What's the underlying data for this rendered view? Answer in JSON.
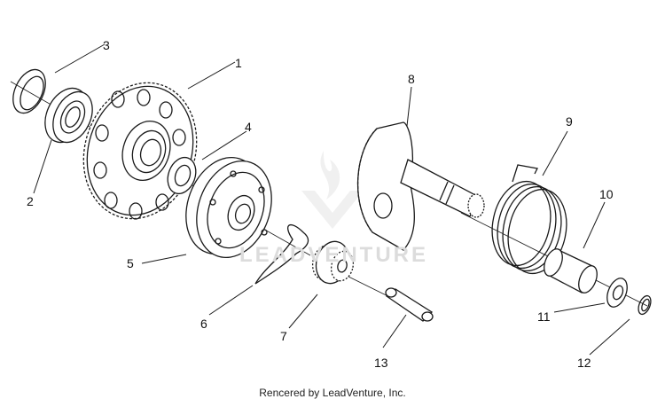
{
  "callouts": [
    {
      "number": "1",
      "part": "driven-gear"
    },
    {
      "number": "2",
      "part": "bearing"
    },
    {
      "number": "3",
      "part": "snap-ring"
    },
    {
      "number": "4",
      "part": "washer"
    },
    {
      "number": "5",
      "part": "starter-clutch"
    },
    {
      "number": "6",
      "part": "wire-spring-clip"
    },
    {
      "number": "7",
      "part": "pinion-gear"
    },
    {
      "number": "8",
      "part": "kick-sector-shaft"
    },
    {
      "number": "9",
      "part": "torsion-spring"
    },
    {
      "number": "10",
      "part": "bushing"
    },
    {
      "number": "11",
      "part": "flat-washer"
    },
    {
      "number": "12",
      "part": "circlip"
    },
    {
      "number": "13",
      "part": "pin"
    }
  ],
  "watermark": "LEADVENTURE",
  "credit": "Rencered by LeadVenture, Inc.",
  "colors": {
    "line": "#1a1a1a",
    "watermark": "#dcdcdc"
  }
}
